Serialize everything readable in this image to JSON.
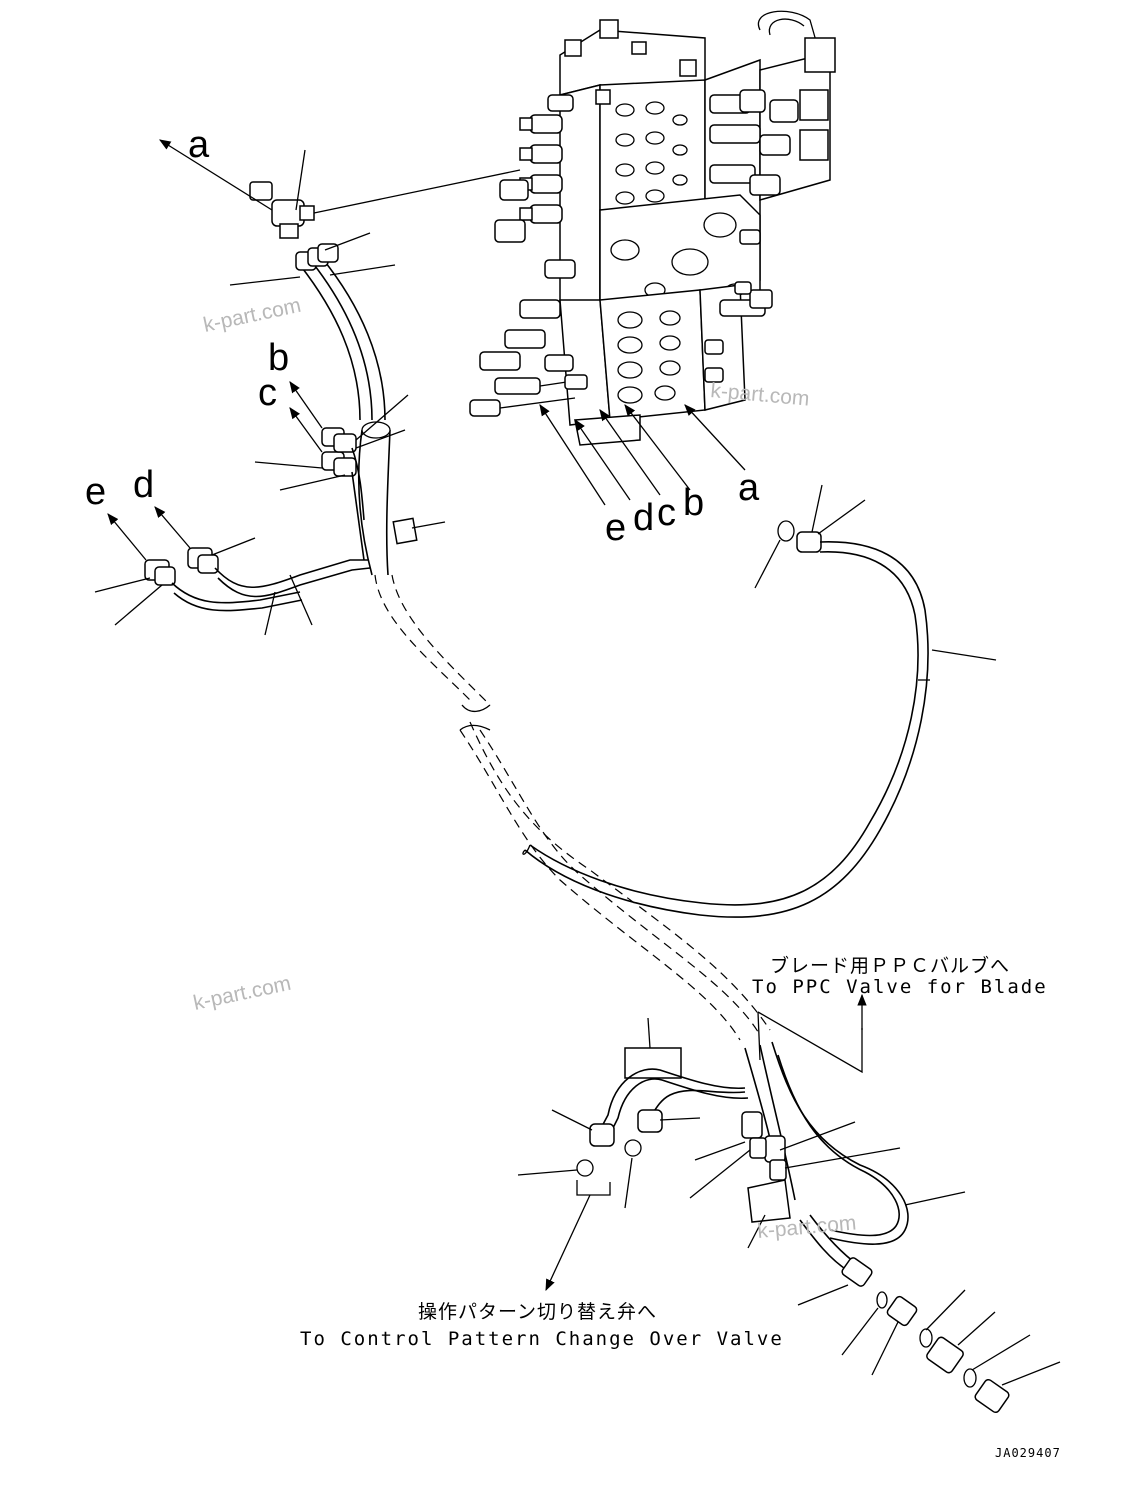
{
  "labels": {
    "ppc_jp": "ブレード用ＰＰＣバルブへ",
    "ppc_en": "To PPC Valve for Blade",
    "cp_jp": "操作パターン切り替え弁へ",
    "cp_en": "To Control Pattern Change Over Valve",
    "drawing_no": "JA029407"
  },
  "refs": {
    "a_top": "a",
    "b_left": "b",
    "c_left": "c",
    "d_left": "d",
    "e_left": "e",
    "e_valve": "e",
    "d_valve": "d",
    "c_valve": "c",
    "b_valve": "b",
    "a_valve": "a"
  },
  "watermarks": [
    "k-part.com",
    "k-part.com",
    "k-part.com",
    "k-part.com"
  ]
}
